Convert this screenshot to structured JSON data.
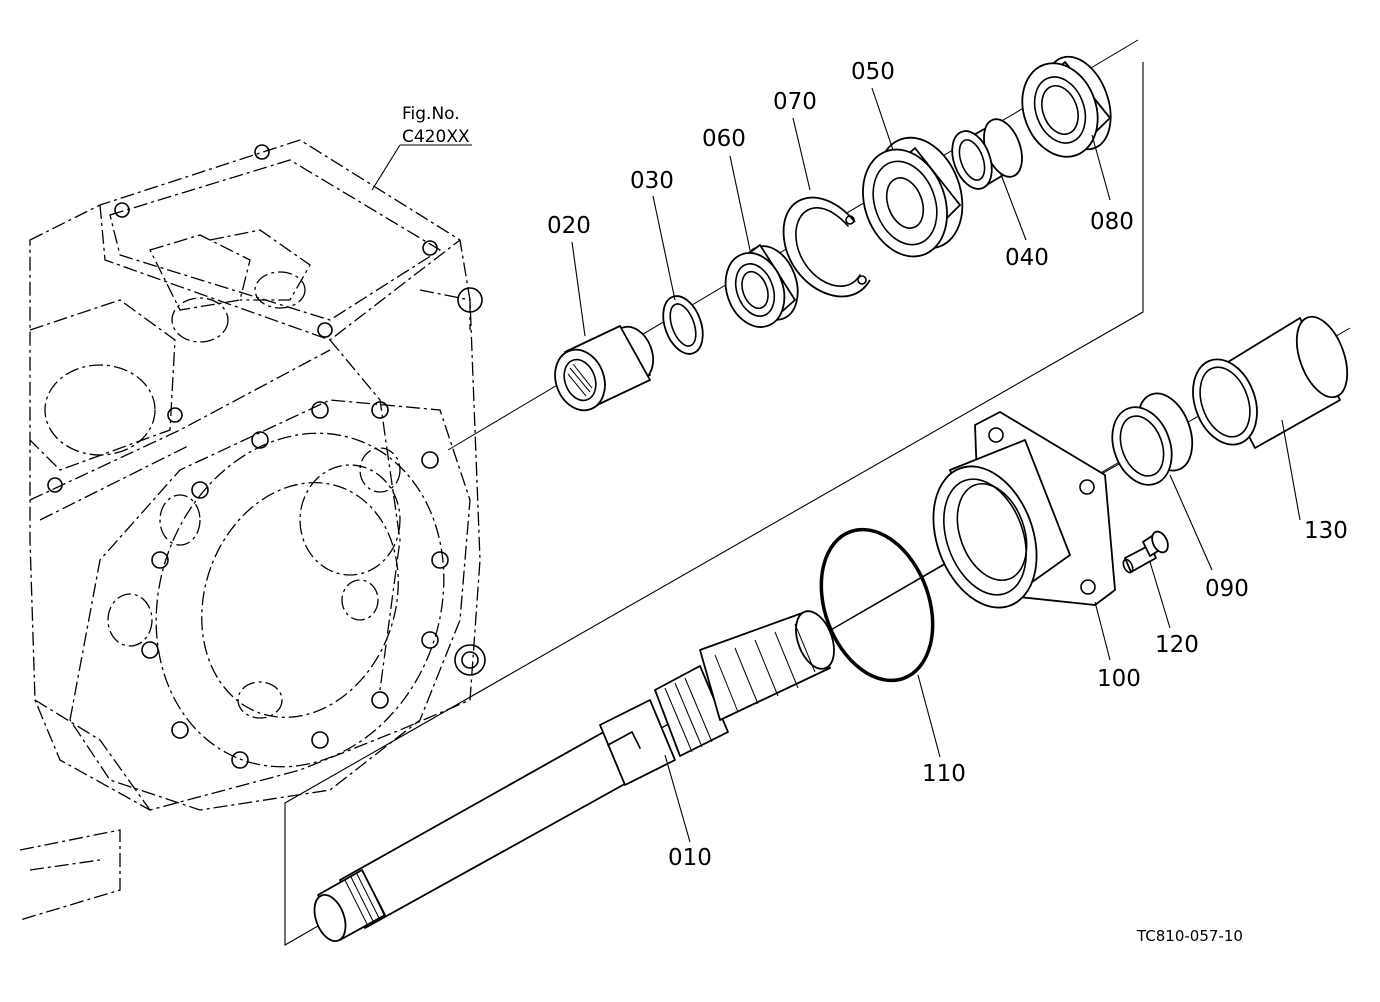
{
  "figure": {
    "fig_label": "Fig.No.",
    "fig_number": "C420XX",
    "drawing_code": "TC810-057-10"
  },
  "callouts": [
    {
      "id": "c010",
      "text": "010"
    },
    {
      "id": "c020",
      "text": "020"
    },
    {
      "id": "c030",
      "text": "030"
    },
    {
      "id": "c040",
      "text": "040"
    },
    {
      "id": "c050",
      "text": "050"
    },
    {
      "id": "c060",
      "text": "060"
    },
    {
      "id": "c070",
      "text": "070"
    },
    {
      "id": "c080",
      "text": "080"
    },
    {
      "id": "c090",
      "text": "090"
    },
    {
      "id": "c100",
      "text": "100"
    },
    {
      "id": "c110",
      "text": "110"
    },
    {
      "id": "c120",
      "text": "120"
    },
    {
      "id": "c130",
      "text": "130"
    }
  ]
}
